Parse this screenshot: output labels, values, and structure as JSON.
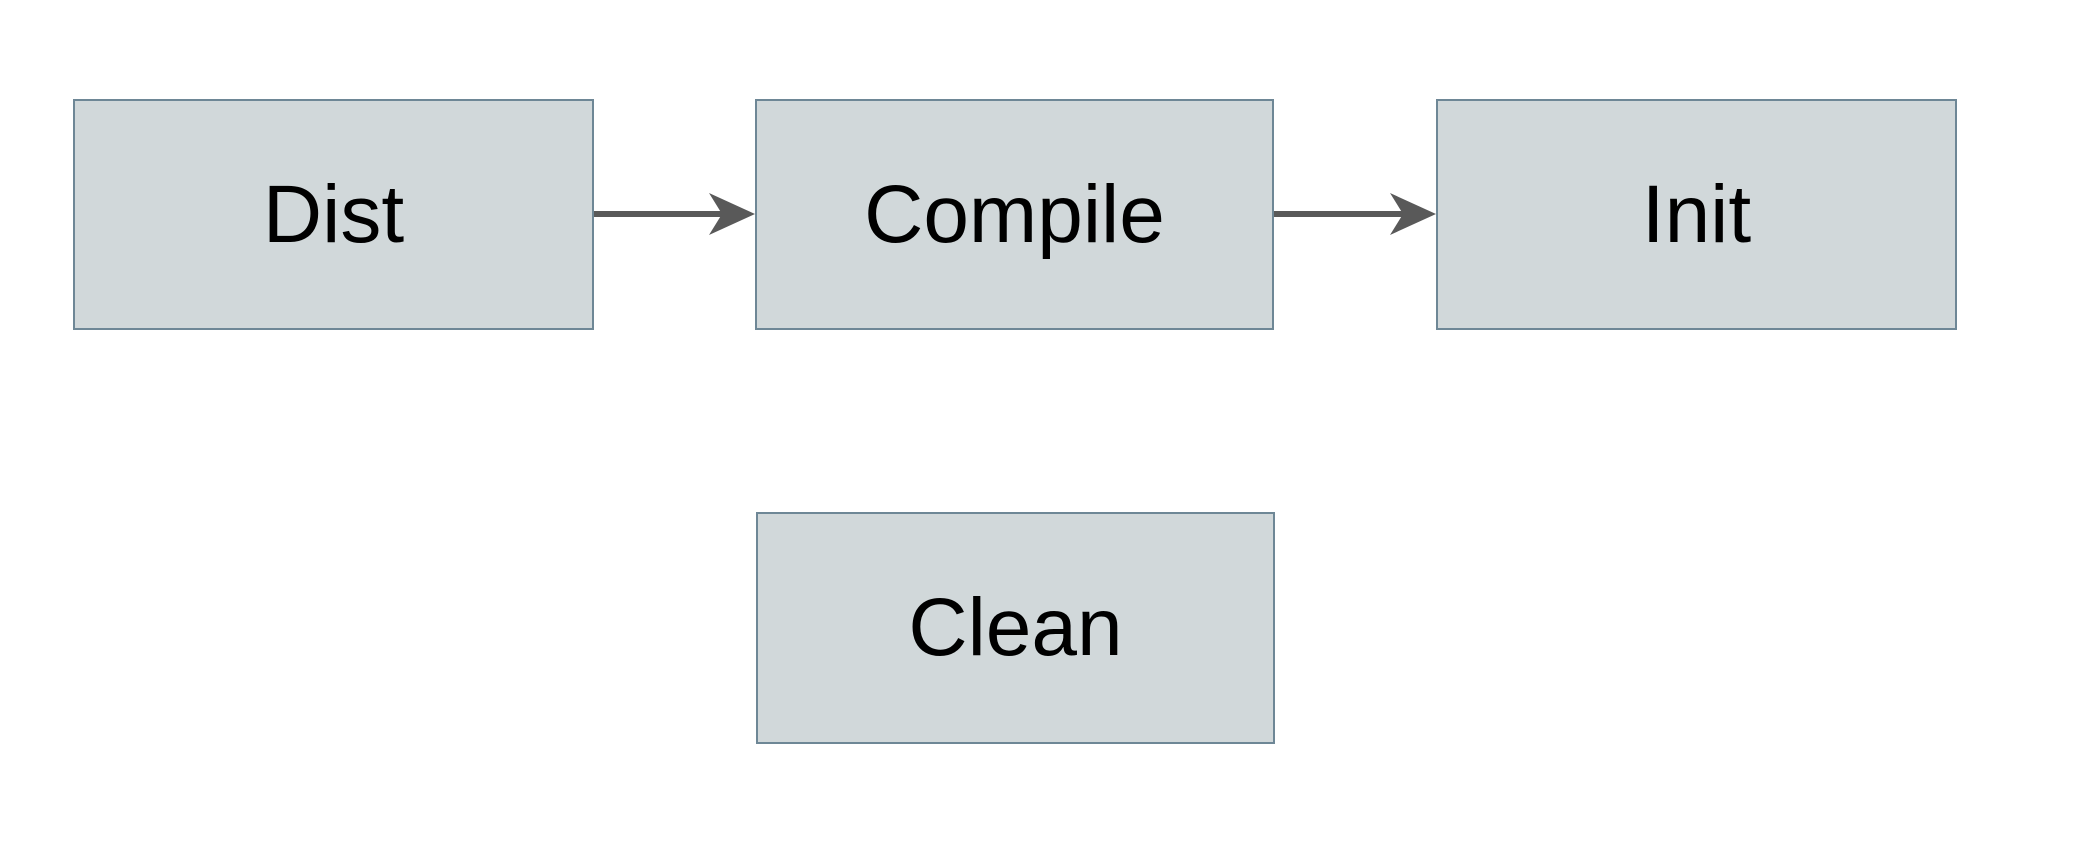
{
  "diagram": {
    "title": "build-tasks-flowchart",
    "nodes": [
      {
        "id": "dist",
        "label": "Dist"
      },
      {
        "id": "compile",
        "label": "Compile"
      },
      {
        "id": "init",
        "label": "Init"
      },
      {
        "id": "clean",
        "label": "Clean"
      }
    ],
    "edges": [
      {
        "from": "dist",
        "to": "compile",
        "direction": "right"
      },
      {
        "from": "compile",
        "to": "init",
        "direction": "right"
      }
    ],
    "colors": {
      "background": "#ffffff",
      "node_fill": "#d1d8da",
      "node_border": "#6e8796",
      "arrow": "#595959",
      "text": "#000000"
    }
  }
}
